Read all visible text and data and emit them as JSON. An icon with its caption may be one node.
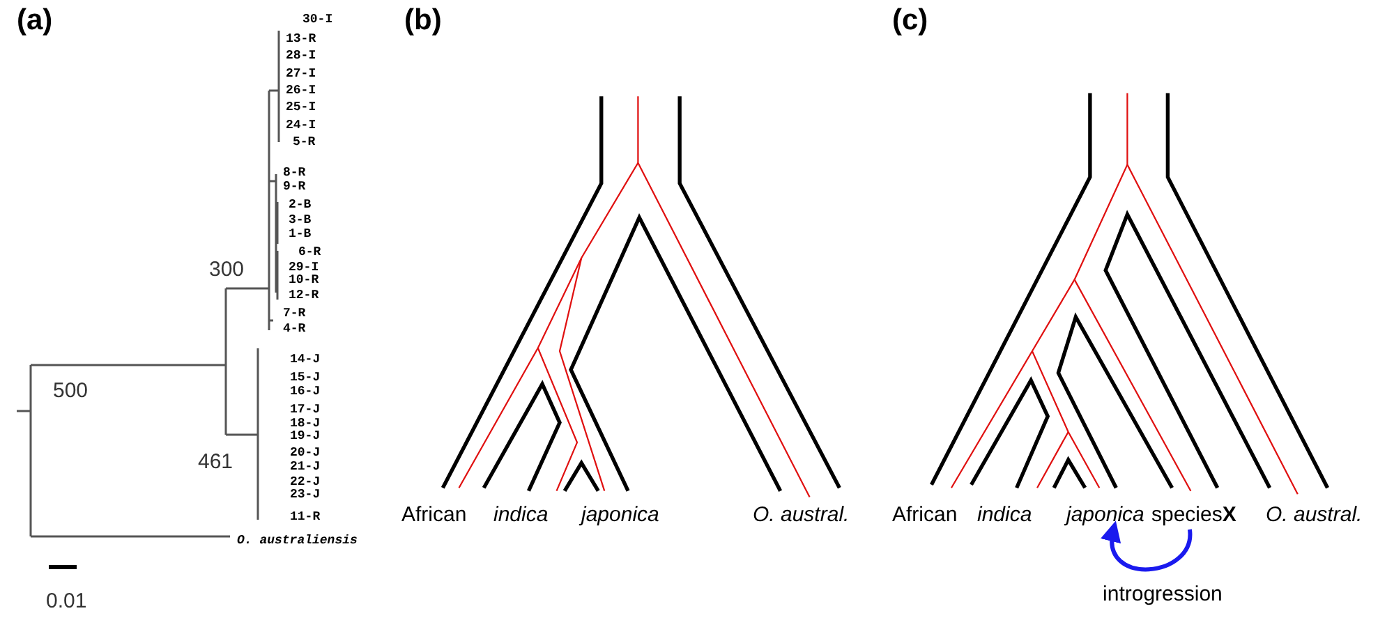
{
  "diagram": {
    "nodes": [
      {
        "text": [
          "japonica"
        ]
      },
      {
        "text": [
          "species**X**"
        ]
      }
    ],
    "edges": [
      {
        "from": 1,
        "to": 0,
        "arrow": "to",
        "label": "introgression",
        "color": "#1a1aee"
      }
    ],
    "labels": [
      "(a)",
      "(b)",
      "(c)",
      "30-I",
      "13-R",
      "28-I",
      "27-I",
      "26-I",
      "25-I",
      "24-I",
      "5-R",
      "8-R",
      "9-R",
      "2-B",
      "3-B",
      "1-B",
      "6-R",
      "29-I",
      "10-R",
      "12-R",
      "7-R",
      "4-R",
      "14-J",
      "15-J",
      "16-J",
      "17-J",
      "18-J",
      "19-J",
      "20-J",
      "21-J",
      "22-J",
      "23-J",
      "11-R",
      "O. australiensis",
      "300",
      "500",
      "461",
      "0.01",
      "African",
      "indica",
      "japonica",
      "O. austral.",
      "African",
      "indica",
      "O. austral."
    ]
  }
}
